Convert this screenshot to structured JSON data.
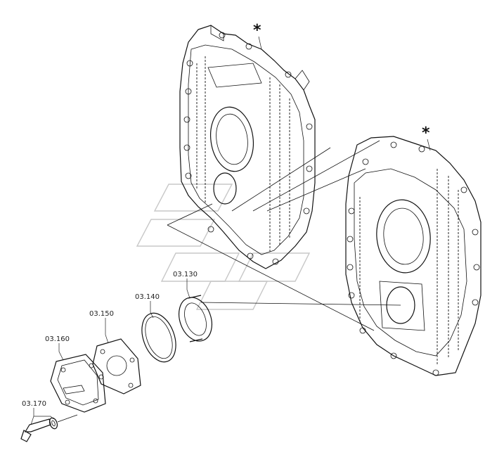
{
  "markers": {
    "star_top": "*",
    "star_right": "*"
  },
  "parts": [
    {
      "id": "part-03-130",
      "label": "03.130"
    },
    {
      "id": "part-03-140",
      "label": "03.140"
    },
    {
      "id": "part-03-150",
      "label": "03.150"
    },
    {
      "id": "part-03-160",
      "label": "03.160"
    },
    {
      "id": "part-03-170",
      "label": "03.170"
    }
  ],
  "colors": {
    "line": "#111111",
    "watermark": "#c8c8c8",
    "background": "#ffffff"
  }
}
